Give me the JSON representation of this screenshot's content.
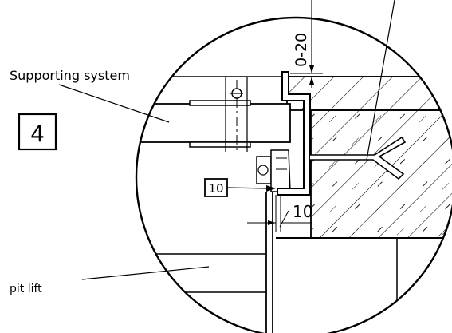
{
  "labels": {
    "supporting_system": "Supporting system",
    "pit_lift": "pit lift",
    "section_number": "4",
    "callout_number": "10",
    "dimension_gap": "0-20",
    "dimension_offset": "10"
  }
}
